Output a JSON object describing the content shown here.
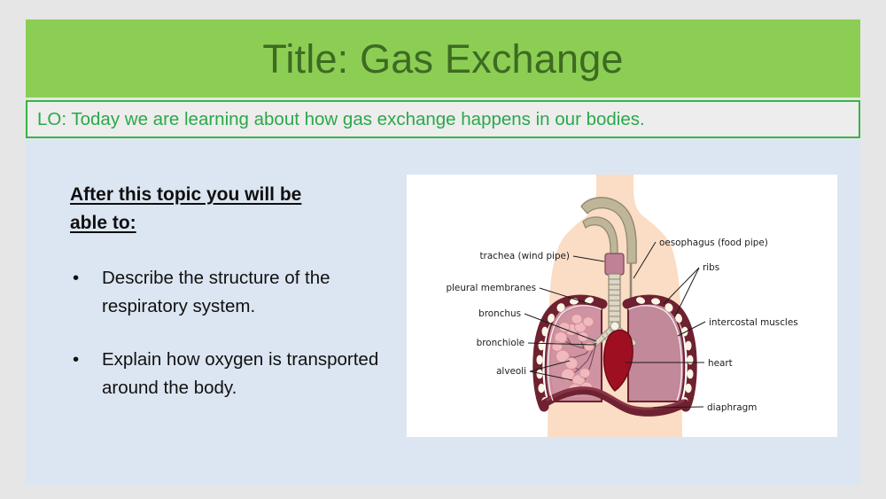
{
  "slide": {
    "title": "Title: Gas Exchange",
    "learning_objective": "LO: Today we are learning about how gas exchange happens in our bodies.",
    "objectives_heading": "After this topic you will be able to:",
    "bullets": [
      "Describe the structure of the respiratory system.",
      "Explain how oxygen is transported around the body."
    ],
    "bullet_glyph": "•"
  },
  "diagram": {
    "name": "respiratory-system-diagram",
    "labels": {
      "trachea": "trachea (wind pipe)",
      "oesophagus": "oesophagus (food pipe)",
      "pleural_membranes": "pleural membranes",
      "ribs": "ribs",
      "bronchus": "bronchus",
      "intercostal_muscles": "intercostal muscles",
      "bronchiole": "bronchiole",
      "heart": "heart",
      "alveoli": "alveoli",
      "diaphragm": "diaphragm"
    }
  },
  "colors": {
    "page_background": "#e6e6e6",
    "title_bar": "#8cce54",
    "title_text": "#3d6b22",
    "lo_border": "#38b449",
    "lo_background": "#ededed",
    "lo_text": "#2aa84a",
    "body_panel": "#dce6f2",
    "body_text": "#111111",
    "diagram_background": "#ffffff",
    "skin": "#fbdcc4",
    "lung_left": "#c98b9a",
    "lung_right": "#c2899a",
    "heart": "#9e0f22",
    "diaphragm": "#6e2130",
    "rib_band": "#6e2130",
    "rib_bone": "#fdf6e6",
    "trachea": "#bfb69a",
    "larynx": "#c08095",
    "alveoli": "#f0b9bd"
  }
}
